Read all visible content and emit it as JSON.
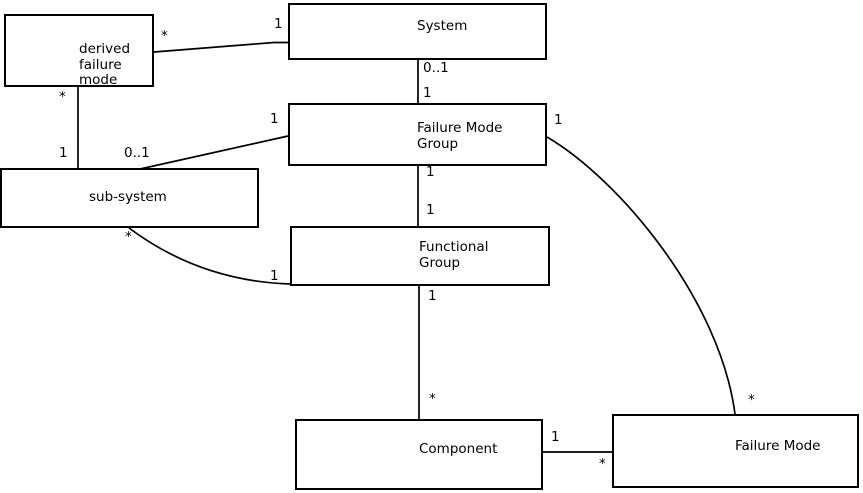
{
  "diagram": {
    "type": "uml-entity-relationship-diagram",
    "background_color": "#ffffff",
    "stroke_color": "#000000",
    "entities": {
      "derived_failure_mode": {
        "label": "derived\nfailure\nmode"
      },
      "system": {
        "label": "System"
      },
      "failure_mode_group": {
        "label": "Failure Mode\nGroup"
      },
      "sub_system": {
        "label": "sub-system"
      },
      "functional_group": {
        "label": "Functional\nGroup"
      },
      "component": {
        "label": "Component"
      },
      "failure_mode": {
        "label": "Failure Mode"
      }
    },
    "relationships": {
      "system_derived_failure_mode": {
        "at_system": "1",
        "at_derived_failure_mode": "*"
      },
      "derived_failure_mode_sub_system": {
        "at_derived_failure_mode": "*",
        "at_sub_system": "1"
      },
      "system_failure_mode_group": {
        "at_system": "0..1",
        "at_failure_mode_group": "1"
      },
      "sub_system_failure_mode_group": {
        "at_sub_system": "0..1",
        "at_failure_mode_group": "1"
      },
      "failure_mode_group_functional_group": {
        "at_failure_mode_group": "1",
        "at_functional_group": "1"
      },
      "sub_system_functional_group": {
        "at_sub_system": "*",
        "at_functional_group": "1"
      },
      "functional_group_component": {
        "at_functional_group": "1",
        "at_component": "*"
      },
      "component_failure_mode": {
        "at_component": "1",
        "at_failure_mode": "*"
      },
      "failure_mode_group_failure_mode": {
        "at_failure_mode_group": "1",
        "at_failure_mode": "*"
      }
    }
  }
}
